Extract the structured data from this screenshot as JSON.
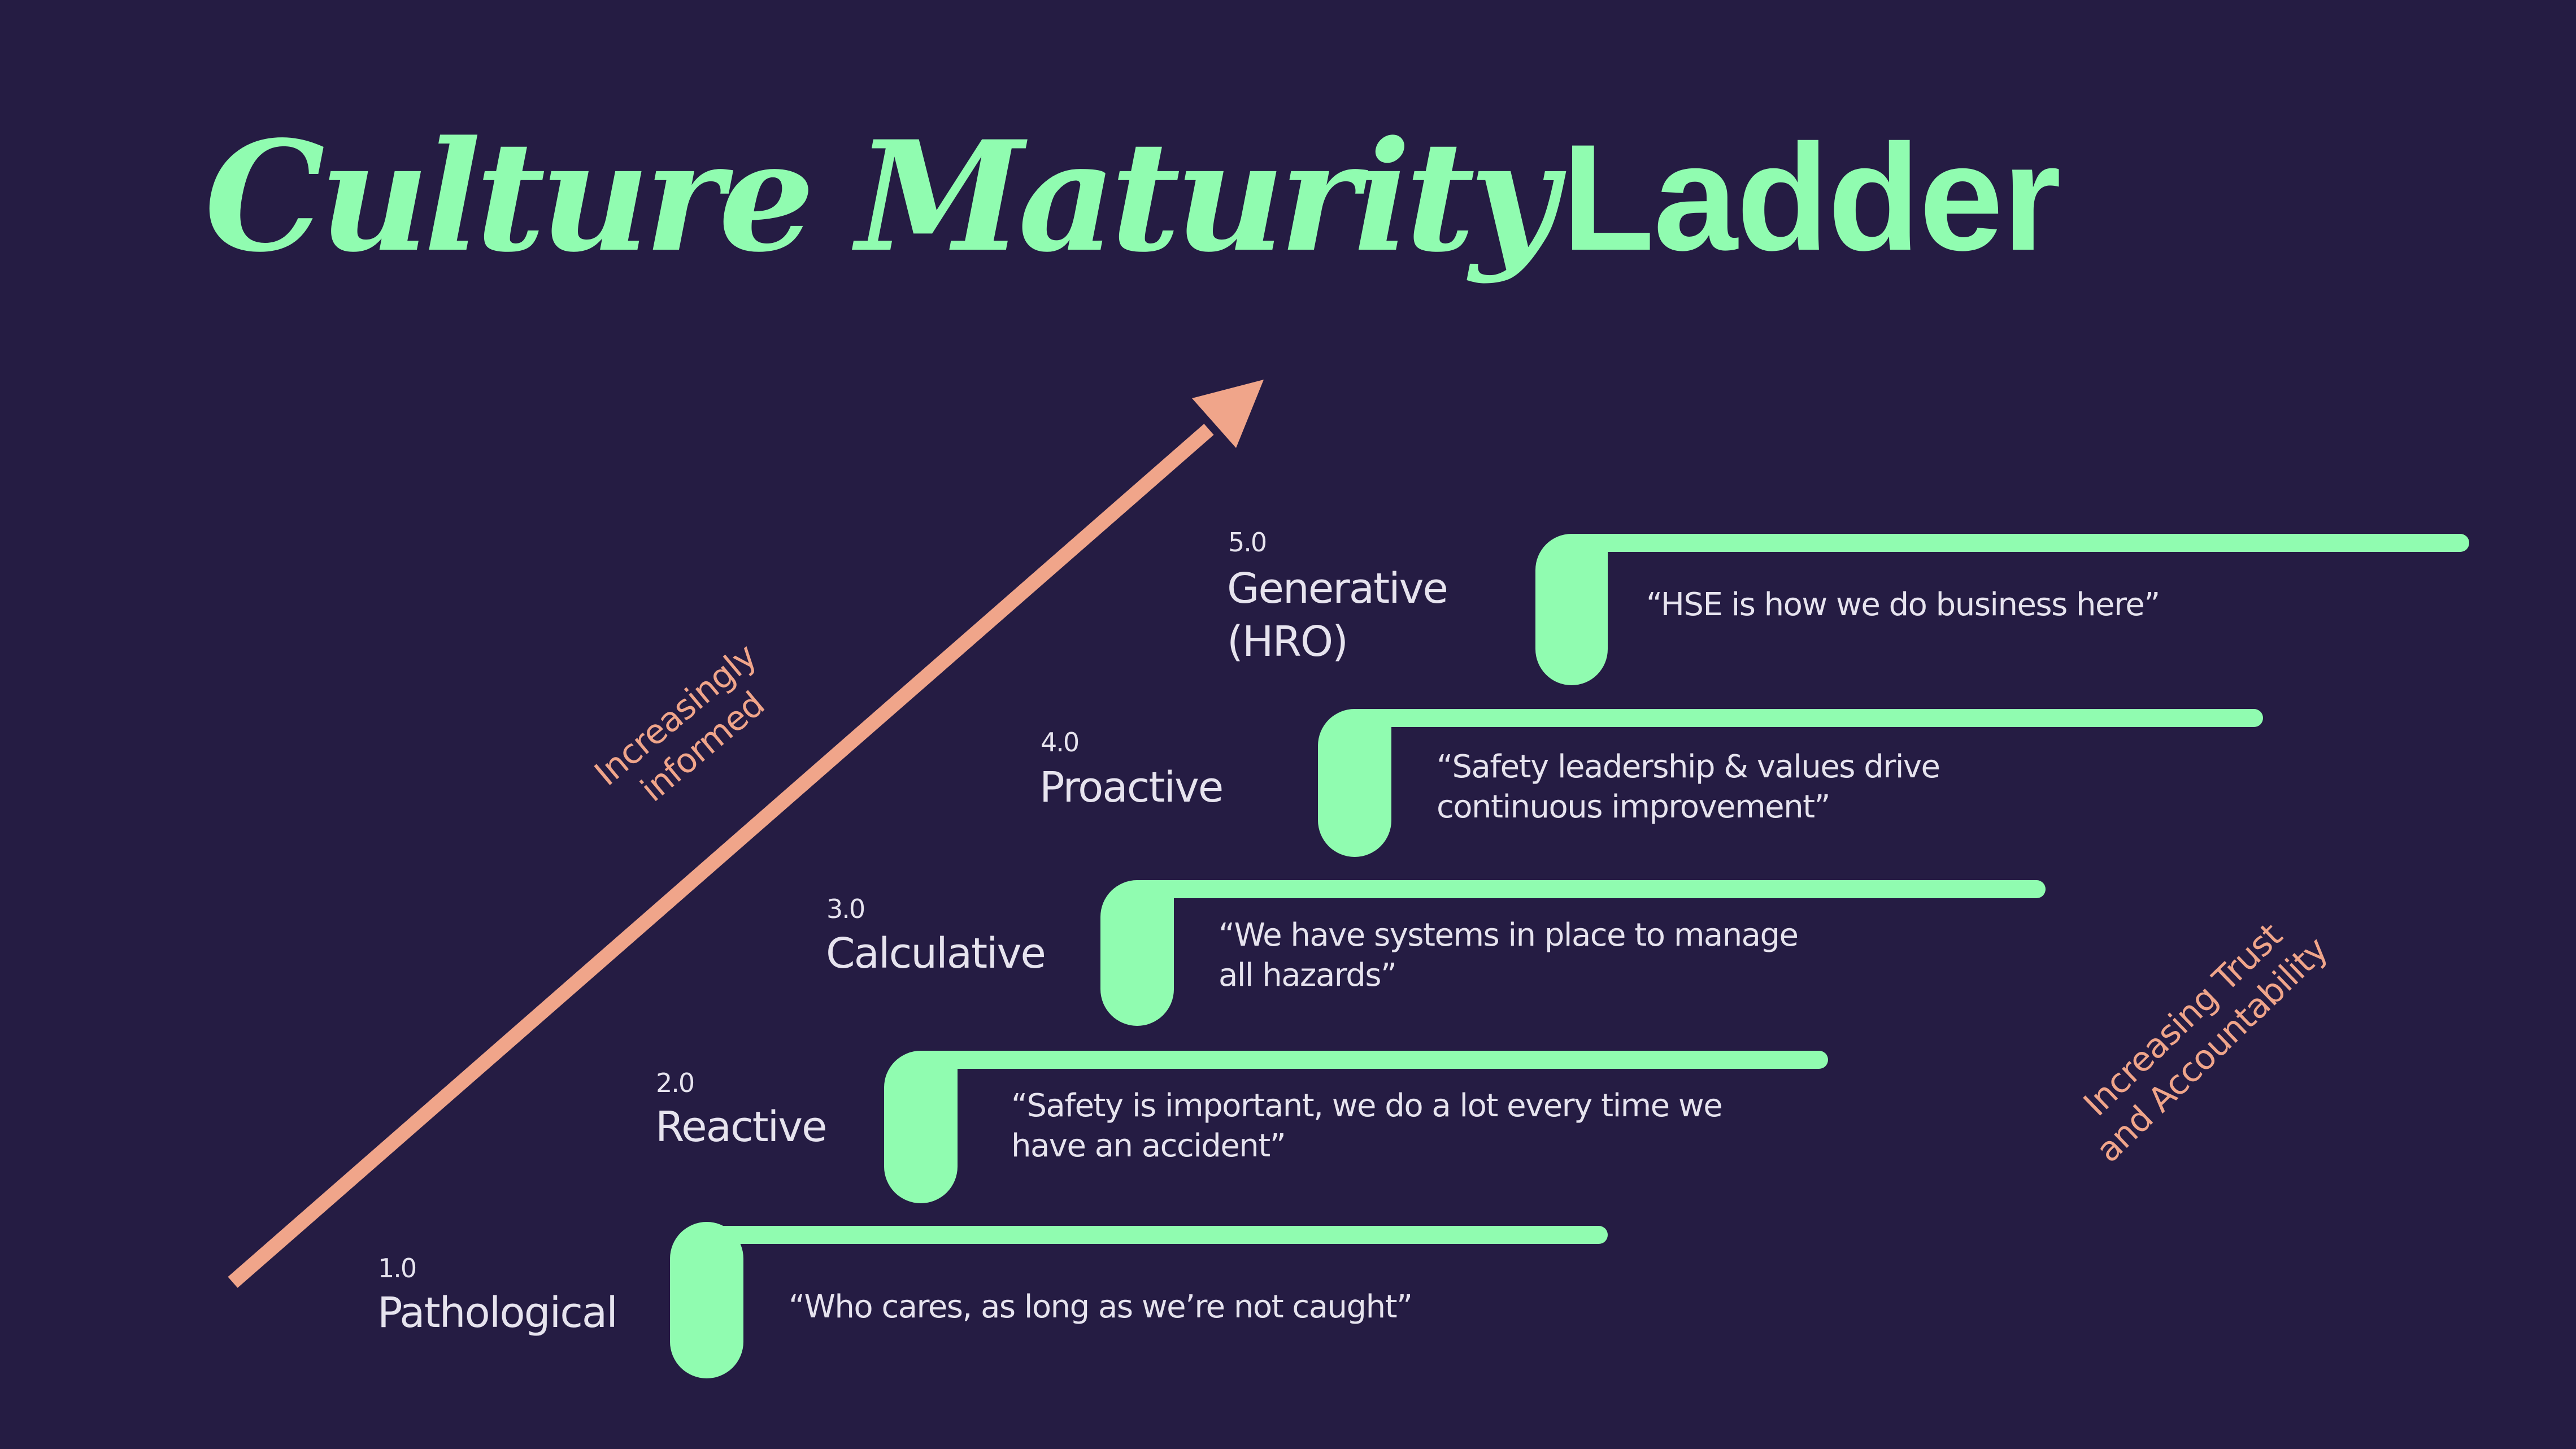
{
  "title": {
    "italic_part": "Culture Maturity",
    "plain_part": "Ladder"
  },
  "colors": {
    "background": "#251c43",
    "accent_green": "#90fcb0",
    "accent_salmon": "#f0a58a",
    "text": "#e6e3ee"
  },
  "arrow": {
    "label": "Increasingly\ninformed",
    "icon": "arrow-up-right-icon"
  },
  "side_label": "Increasing Trust\nand Accountability",
  "levels": [
    {
      "number": "1.0",
      "name": "Pathological",
      "quote": "“Who cares, as long as we’re not caught”"
    },
    {
      "number": "2.0",
      "name": "Reactive",
      "quote": "“Safety is important, we do a lot every time we\nhave an accident”"
    },
    {
      "number": "3.0",
      "name": "Calculative",
      "quote": "“We have systems in place to manage\nall hazards”"
    },
    {
      "number": "4.0",
      "name": "Proactive",
      "quote": "“Safety leadership & values drive\ncontinuous improvement”"
    },
    {
      "number": "5.0",
      "name": "Generative\n(HRO)",
      "quote": "“HSE is how we do business here”"
    }
  ]
}
